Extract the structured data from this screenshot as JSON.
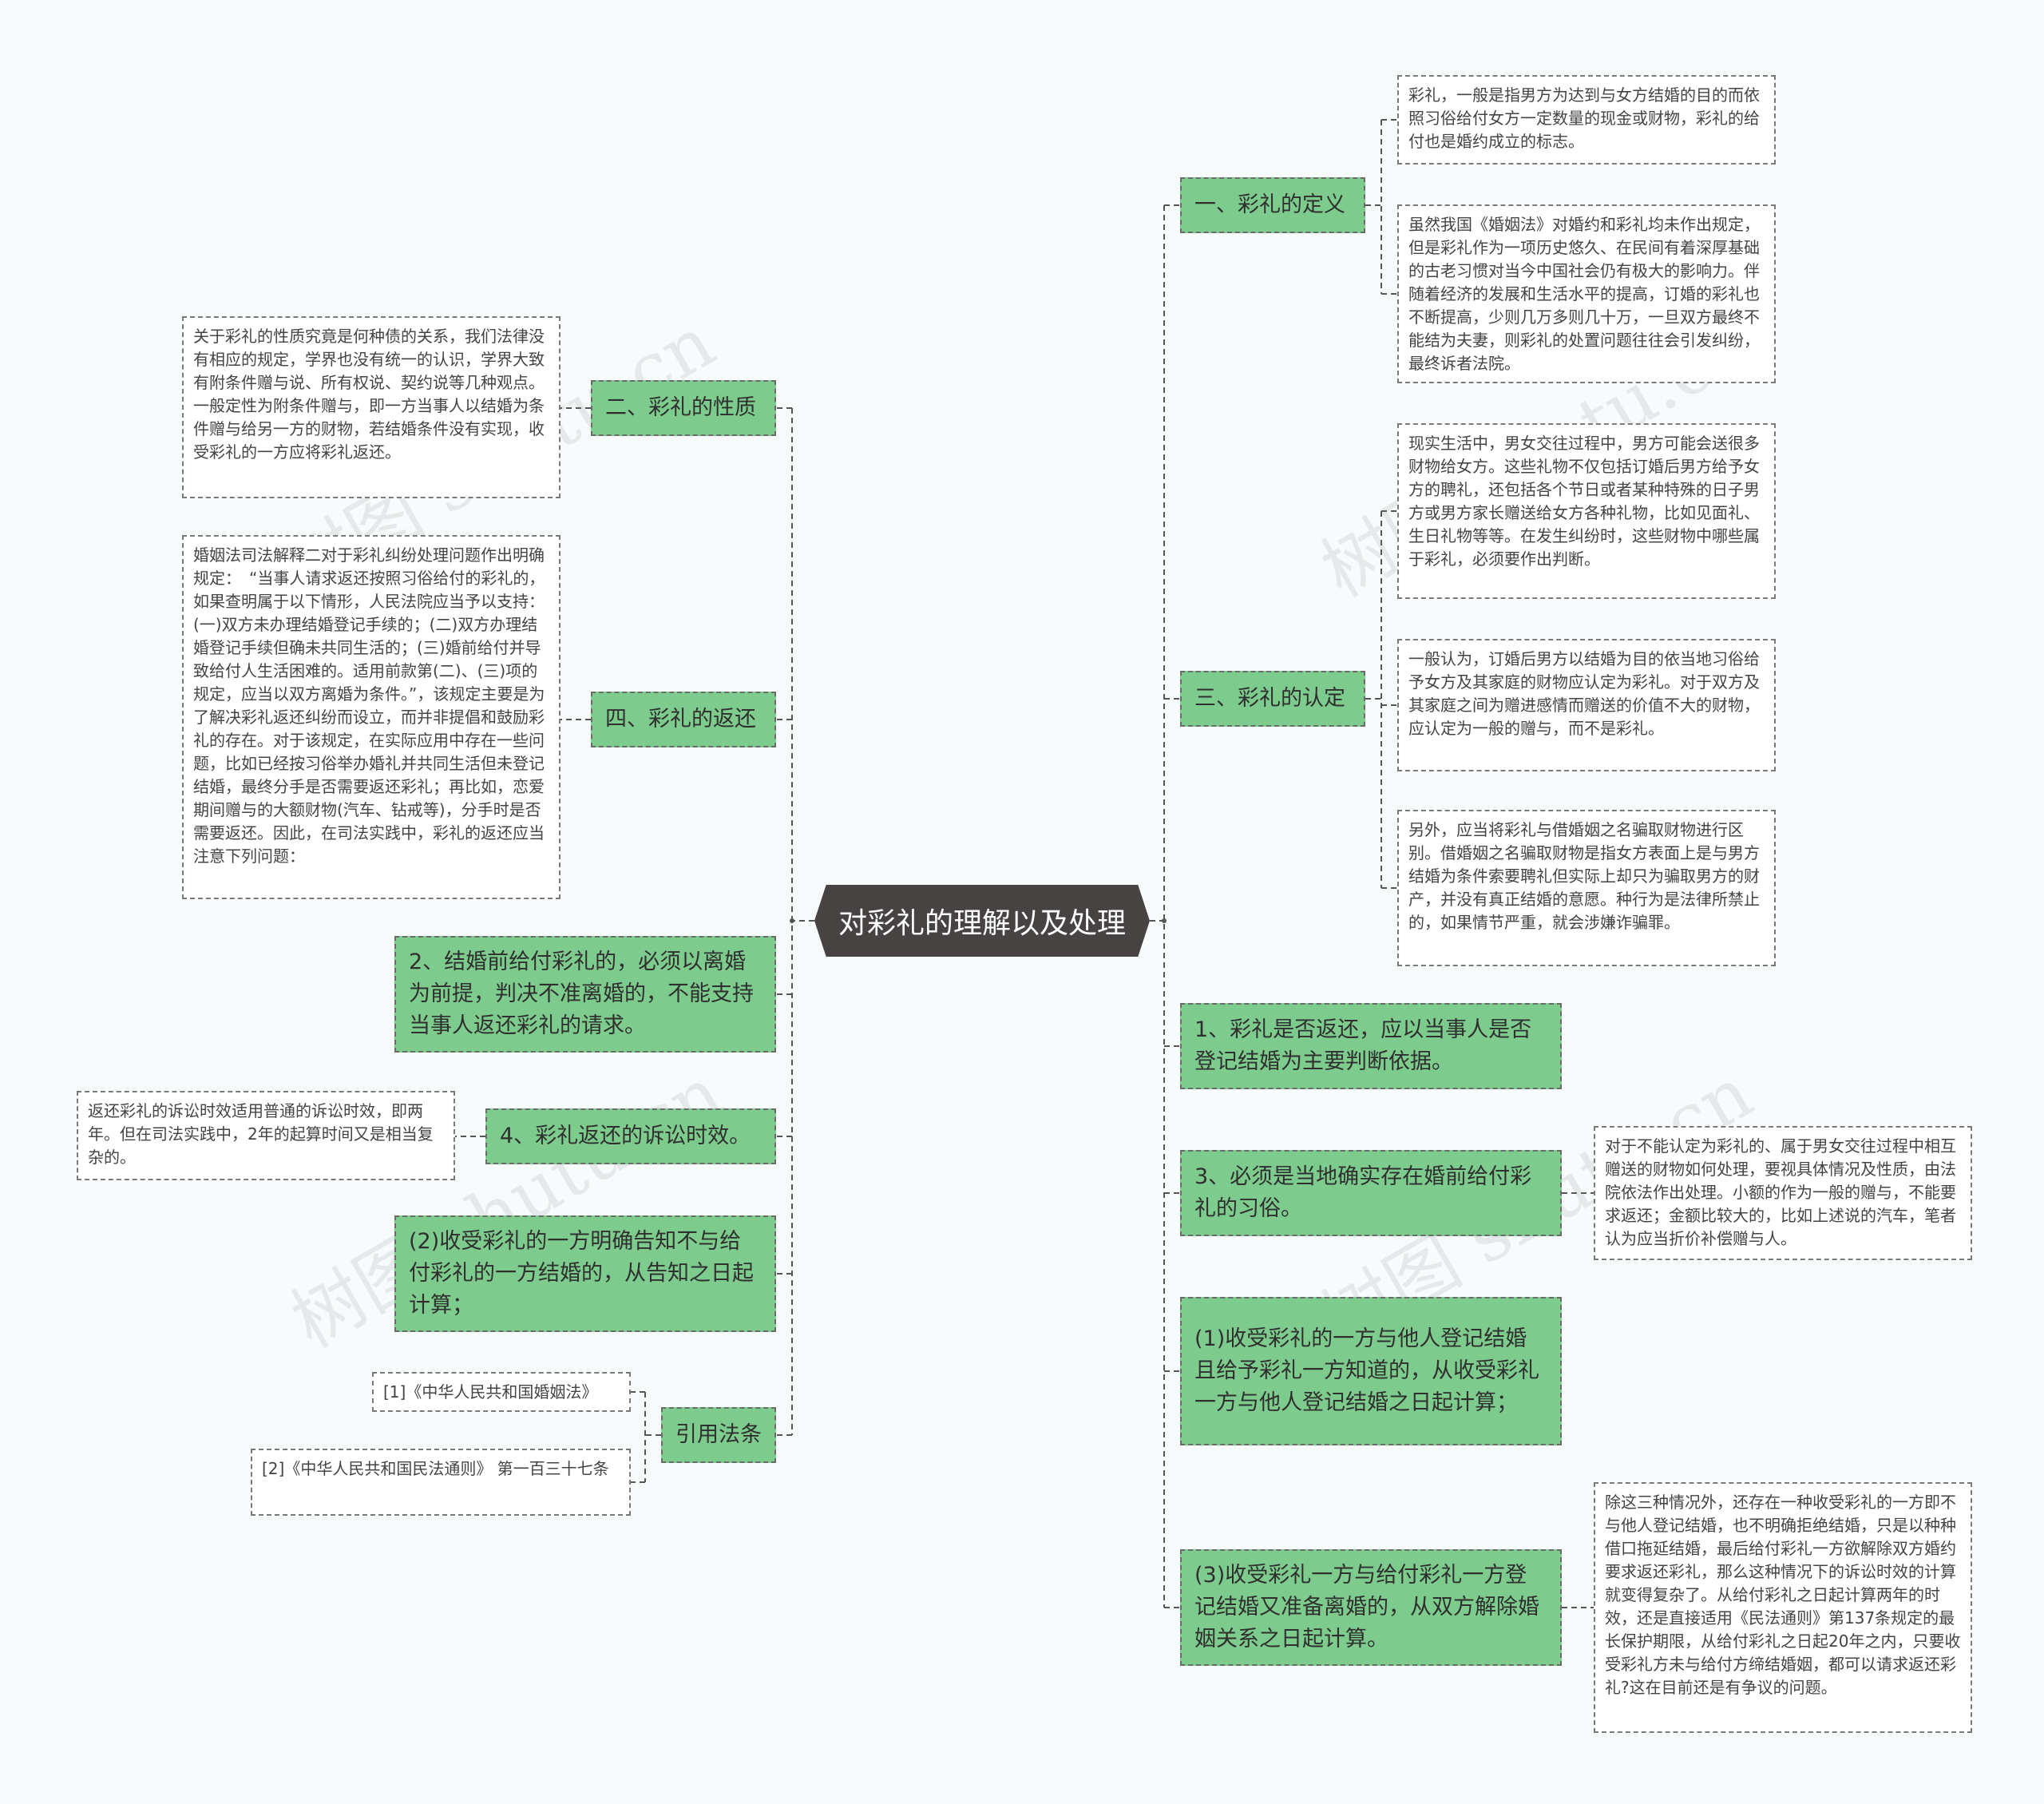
{
  "center": "对彩礼的理解以及处理",
  "branches": {
    "b1": "一、彩礼的定义",
    "b2": "二、彩礼的性质",
    "b3": "三、彩礼的认定",
    "b4": "四、彩礼的返还",
    "r1": "1、彩礼是否返还，应以当事人是否登记结婚为主要判断依据。",
    "r2": "2、结婚前给付彩礼的，必须以离婚为前提，判决不准离婚的，不能支持当事人返还彩礼的请求。",
    "r3": "3、必须是当地确实存在婚前给付彩礼的习俗。",
    "r4": "4、彩礼返还的诉讼时效。",
    "p1": "(1)收受彩礼的一方与他人登记结婚且给予彩礼一方知道的，从收受彩礼一方与他人登记结婚之日起计算；",
    "p2": "(2)收受彩礼的一方明确告知不与给付彩礼的一方结婚的，从告知之日起计算；",
    "p3": "(3)收受彩礼一方与给付彩礼一方登记结婚又准备离婚的，从双方解除婚姻关系之日起计算。",
    "law": "引用法条"
  },
  "leaves": {
    "def1": "彩礼，一般是指男方为达到与女方结婚的目的而依照习俗给付女方一定数量的现金或财物，彩礼的给付也是婚约成立的标志。",
    "def2": "虽然我国《婚姻法》对婚约和彩礼均未作出规定，但是彩礼作为一项历史悠久、在民间有着深厚基础的古老习惯对当今中国社会仍有极大的影响力。伴随着经济的发展和生活水平的提高，订婚的彩礼也不断提高，少则几万多则几十万，一旦双方最终不能结为夫妻，则彩礼的处置问题往往会引发纠纷，最终诉者法院。",
    "nature": "关于彩礼的性质究竟是何种债的关系，我们法律没有相应的规定，学界也没有统一的认识，学界大致有附条件赠与说、所有权说、契约说等几种观点。一般定性为附条件赠与，即一方当事人以结婚为条件赠与给另一方的财物，若结婚条件没有实现，收受彩礼的一方应将彩礼返还。",
    "rec1": "现实生活中，男女交往过程中，男方可能会送很多财物给女方。这些礼物不仅包括订婚后男方给予女方的聘礼，还包括各个节日或者某种特殊的日子男方或男方家长赠送给女方各种礼物，比如见面礼、生日礼物等等。在发生纠纷时，这些财物中哪些属于彩礼，必须要作出判断。",
    "rec2": "一般认为，订婚后男方以结婚为目的依当地习俗给予女方及其家庭的财物应认定为彩礼。对于双方及其家庭之间为赠进感情而赠送的价值不大的财物，应认定为一般的赠与，而不是彩礼。",
    "rec3": "另外，应当将彩礼与借婚姻之名骗取财物进行区别。借婚姻之名骗取财物是指女方表面上是与男方结婚为条件索要聘礼但实际上却只为骗取男方的财产，并没有真正结婚的意愿。种行为是法律所禁止的，如果情节严重，就会涉嫌诈骗罪。",
    "ret": "婚姻法司法解释二对于彩礼纠纷处理问题作出明确规定：　“当事人请求返还按照习俗给付的彩礼的，如果查明属于以下情形，人民法院应当予以支持：(一)双方未办理结婚登记手续的；(二)双方办理结婚登记手续但确未共同生活的；(三)婚前给付并导致给付人生活困难的。适用前款第(二)、(三)项的规定，应当以双方离婚为条件。”，该规定主要是为了解决彩礼返还纠纷而设立，而并非提倡和鼓励彩礼的存在。对于该规定，在实际应用中存在一些问题，比如已经按习俗举办婚礼并共同生活但未登记结婚，最终分手是否需要返还彩礼；再比如，恋爱期间赠与的大额财物(汽车、钻戒等)，分手时是否需要返还。因此，在司法实践中，彩礼的返还应当注意下列问题：",
    "r3leaf": "对于不能认定为彩礼的、属于男女交往过程中相互赠送的财物如何处理，要视具体情况及性质，由法院依法作出处理。小额的作为一般的赠与，不能要求返还；金额比较大的，比如上述说的汽车，笔者认为应当折价补偿赠与人。",
    "r4leaf": "返还彩礼的诉讼时效适用普通的诉讼时效，即两年。但在司法实践中，2年的起算时间又是相当复杂的。",
    "p3leaf": "除这三种情况外，还存在一种收受彩礼的一方即不与他人登记结婚，也不明确拒绝结婚，只是以种种借口拖延结婚，最后给付彩礼一方欲解除双方婚约要求返还彩礼，那么这种情况下的诉讼时效的计算就变得复杂了。从给付彩礼之日起计算两年的时效，还是直接适用《民法通则》第137条规定的最长保护期限，从给付彩礼之日起20年之内，只要收受彩礼方未与给付方缔结婚姻，都可以请求返还彩礼?这在目前还是有争议的问题。",
    "law1": "[1]《中华人民共和国婚姻法》",
    "law2": "[2]《中华人民共和国民法通则》 第一百三十七条"
  },
  "watermark": "树图 shutu.cn",
  "colors": {
    "center_bg": "#474343",
    "branch_bg": "#7dcc8d",
    "leaf_bg": "#ffffff",
    "connector": "#555555"
  }
}
